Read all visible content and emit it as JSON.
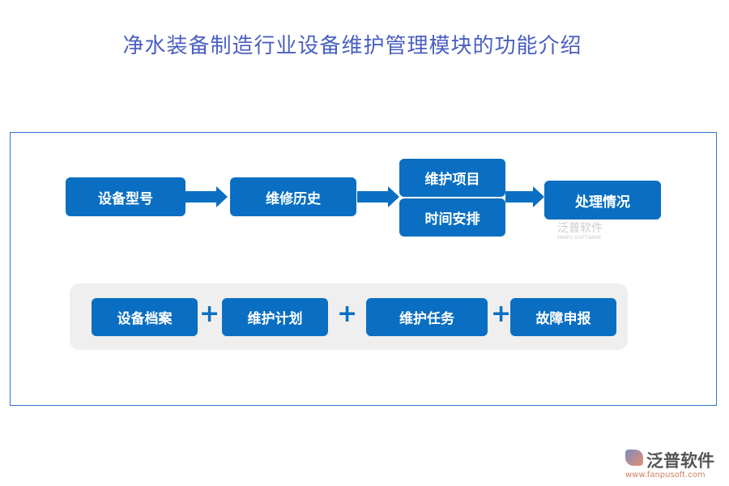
{
  "title": "净水装备制造行业设备维护管理模块的功能介绍",
  "flow": [
    "设备型号",
    "维修历史",
    "维护项目",
    "时间安排",
    "处理情况"
  ],
  "modules": [
    "设备档案",
    "维护计划",
    "维护任务",
    "故障申报"
  ],
  "watermark": {
    "name": "泛普软件",
    "sub": "FANPU SOFTWARE"
  },
  "logo": {
    "name": "泛普软件",
    "url": "www.fanpusoft.com"
  },
  "colors": {
    "box": "#0a6fc2",
    "frame": "#2f73c9",
    "title": "#4a5fc1"
  }
}
